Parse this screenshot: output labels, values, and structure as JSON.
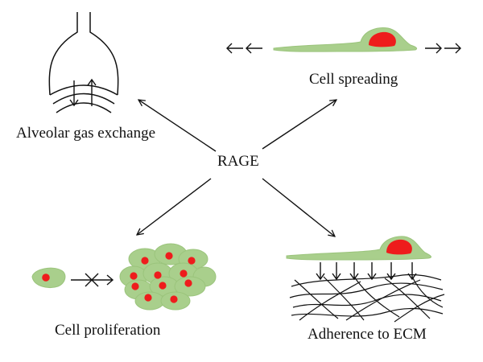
{
  "center_label": "RAGE",
  "outcomes": {
    "alveolar": "Alveolar gas exchange",
    "spreading": "Cell spreading",
    "proliferation": "Cell proliferation",
    "adherence": "Adherence to ECM"
  },
  "colors": {
    "cell_fill": "#a9cf8c",
    "cell_edge": "#9bc47c",
    "nucleus": "#ee1c1c",
    "line": "#111111"
  }
}
